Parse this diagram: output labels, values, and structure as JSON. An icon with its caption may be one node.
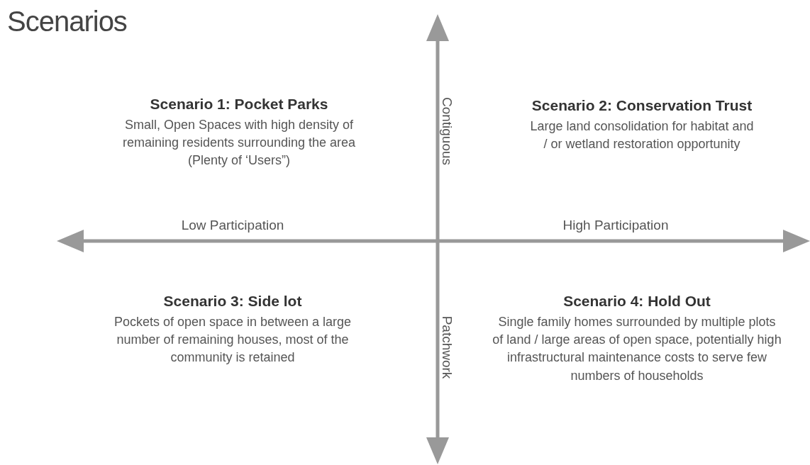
{
  "diagram": {
    "title": "Scenarios",
    "labels": [
      "Scenario 1: Pocket Parks",
      "Small, Open Spaces with high density of remaining residents surrounding the area (Plenty of ‘Users”)",
      "Contiguous",
      "Scenario 2: Conservation Trust",
      "Large land consolidation for habitat and / or wetland restoration opportunity",
      "Low Participation",
      "High Participation",
      "Scenario 3: Side lot",
      "Pockets of open space in between a large number of remaining houses, most of the community is retained",
      "Patchwork",
      "Scenario 4: Hold Out",
      "Single family homes surrounded by multiple plots of land / large areas of open space, potentially high infrastructural maintenance costs to serve few numbers of households"
    ]
  }
}
